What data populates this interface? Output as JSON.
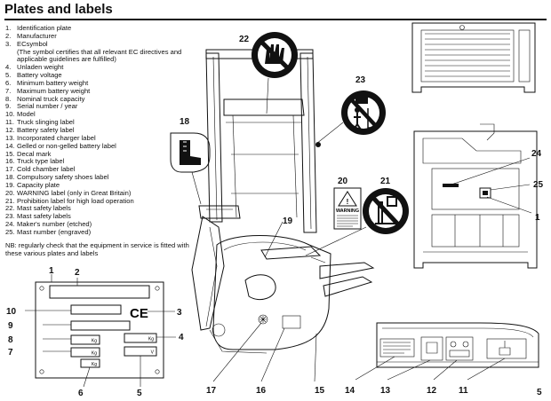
{
  "page": {
    "title": "Plates and labels",
    "page_number": "5",
    "note": "NB: regularly check that the equipment in service is fitted with these various plates and labels"
  },
  "legend": [
    {
      "num": "1.",
      "text": "Identification plate"
    },
    {
      "num": "2.",
      "text": "Manufacturer"
    },
    {
      "num": "3.",
      "text": "ECsymbol",
      "sub": "(The symbol certifies that all relevant EC directives and applicable guidelines are fulfilled)"
    },
    {
      "num": "4.",
      "text": "Unladen weight"
    },
    {
      "num": "5.",
      "text": "Battery voltage"
    },
    {
      "num": "6.",
      "text": "Minimum battery weight"
    },
    {
      "num": "7.",
      "text": "Maximum battery weight"
    },
    {
      "num": "8.",
      "text": "Nominal truck capacity"
    },
    {
      "num": "9.",
      "text": "Serial number / year"
    },
    {
      "num": "10.",
      "text": "Model"
    },
    {
      "num": "11.",
      "text": "Truck slinging label"
    },
    {
      "num": "12.",
      "text": "Battery safety label"
    },
    {
      "num": "13.",
      "text": "Incorporated charger label"
    },
    {
      "num": "14.",
      "text": "Gelled or non-gelled battery label"
    },
    {
      "num": "15.",
      "text": "Decal mark"
    },
    {
      "num": "16.",
      "text": "Truck type label"
    },
    {
      "num": "17.",
      "text": "Cold chamber label"
    },
    {
      "num": "18.",
      "text": "Compulsory safety shoes label"
    },
    {
      "num": "19.",
      "text": "Capacity plate"
    },
    {
      "num": "20.",
      "text": "WARNING label (only in Great Britain)"
    },
    {
      "num": "21.",
      "text": "Prohibition label for high load operation"
    },
    {
      "num": "22.",
      "text": "Mast safety labels"
    },
    {
      "num": "23.",
      "text": "Mast safety labels"
    },
    {
      "num": "24.",
      "text": "Maker's number (etched)"
    },
    {
      "num": "25.",
      "text": "Mast number (engraved)"
    }
  ],
  "id_plate": {
    "ce_mark": "CE",
    "kg_unit": "Kg",
    "v_unit": "V",
    "callouts": {
      "c1": "1",
      "c2": "2",
      "c3": "3",
      "c4": "4",
      "c5": "5",
      "c6": "6",
      "c7": "7",
      "c8": "8",
      "c9": "9",
      "c10": "10"
    }
  },
  "truck_callouts": {
    "c15": "15",
    "c16": "16",
    "c17": "17",
    "c18": "18",
    "c19": "19",
    "c20": "20",
    "c21": "21",
    "c22": "22",
    "c23": "23"
  },
  "mast_callouts": {
    "c1": "1",
    "c24": "24",
    "c25": "25"
  },
  "battery_callouts": {
    "c11": "11",
    "c12": "12",
    "c13": "13",
    "c14": "14"
  },
  "warning_label": {
    "heading": "WARNING"
  }
}
